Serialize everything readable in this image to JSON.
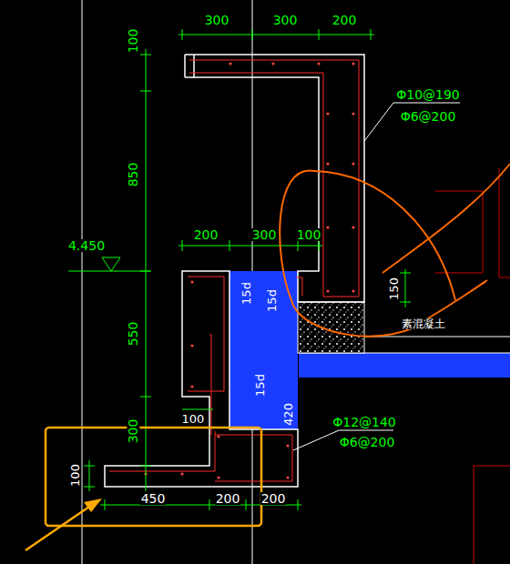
{
  "diagram": {
    "labels": [
      "300",
      "300",
      "200",
      "100",
      "850",
      "4.450",
      "200",
      "300",
      "100",
      "550",
      "Φ10@190",
      "Φ6@200",
      "15d",
      "15d",
      "15d",
      "420",
      "150",
      "素混凝土",
      "300",
      "100",
      "Φ12@140",
      "Φ6@200",
      "100",
      "450",
      "200",
      "200"
    ]
  }
}
